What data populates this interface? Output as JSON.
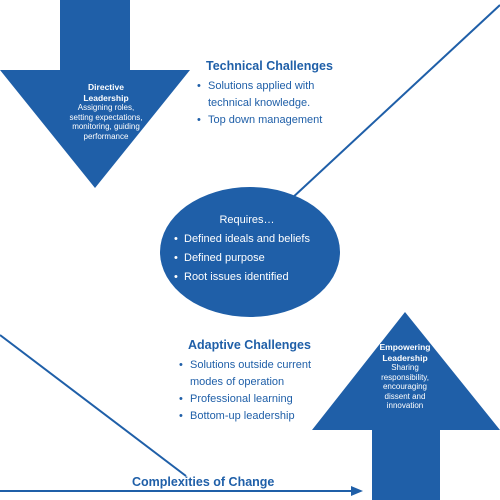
{
  "colors": {
    "primary": "#1f5fa8",
    "text_on_primary": "#ffffff"
  },
  "directive": {
    "title_line1": "Directive",
    "title_line2": "Leadership",
    "body": [
      "Assigning roles,",
      "setting expectations,",
      "monitoring, guiding",
      "performance"
    ]
  },
  "empowering": {
    "title_line1": "Empowering",
    "title_line2": "Leadership",
    "body": [
      "Sharing",
      "responsibility,",
      "encouraging",
      "dissent and",
      "innovation"
    ]
  },
  "technical": {
    "title": "Technical Challenges",
    "items": [
      "Solutions applied with",
      "technical knowledge.",
      "Top down management"
    ]
  },
  "requires": {
    "title": "Requires…",
    "items": [
      "Defined ideals and beliefs",
      "Defined purpose",
      "Root issues identified"
    ]
  },
  "adaptive": {
    "title": "Adaptive Challenges",
    "items": [
      "Solutions outside current",
      "modes of operation",
      "Professional learning",
      "Bottom-up leadership"
    ]
  },
  "axis": {
    "label": "Complexities of Change"
  }
}
